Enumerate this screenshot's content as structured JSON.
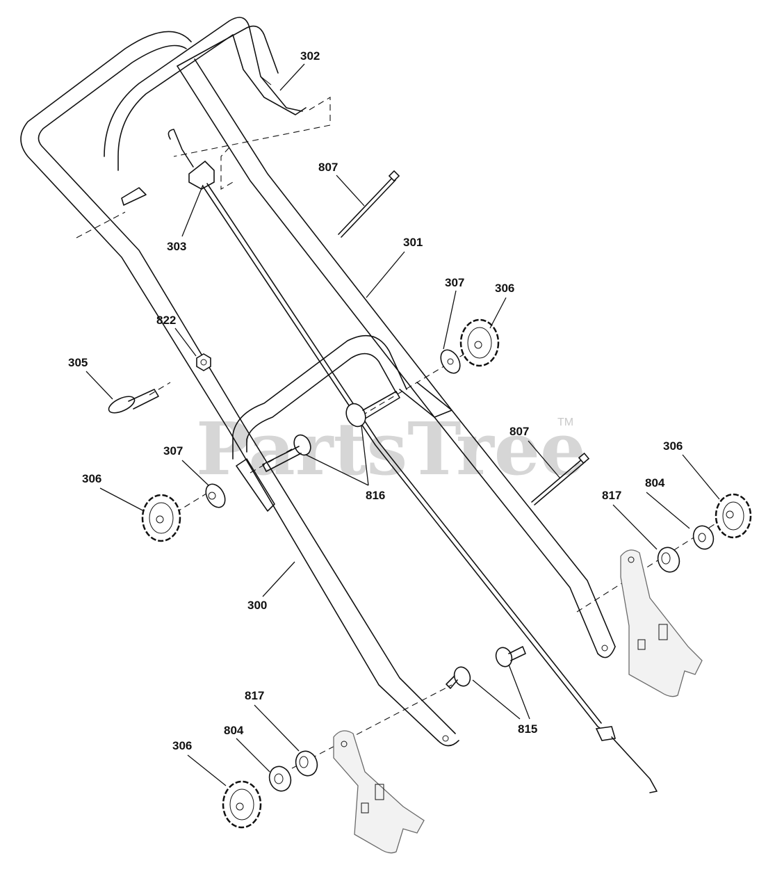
{
  "watermark": {
    "text": "PartsTree",
    "trademark": "TM"
  },
  "labels": {
    "l302": "302",
    "l807a": "807",
    "l303": "303",
    "l301": "301",
    "l307a": "307",
    "l306a": "306",
    "l822": "822",
    "l305": "305",
    "l807b": "807",
    "l306b": "306",
    "l307b": "307",
    "l816": "816",
    "l306c": "306",
    "l804a": "804",
    "l817a": "817",
    "l300": "300",
    "l817b": "817",
    "l804b": "804",
    "l306d": "306",
    "l815": "815"
  },
  "colors": {
    "ink": "#111111",
    "watermark": "#c9c9c9",
    "bracket": "#6a6a6a"
  }
}
